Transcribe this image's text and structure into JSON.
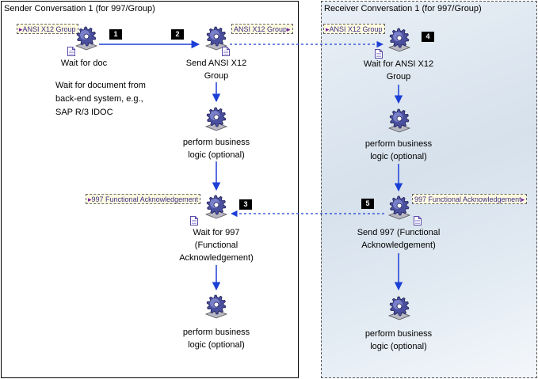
{
  "sender": {
    "title": "Sender Conversation 1 (for 997/Group)",
    "nodes": [
      {
        "label": "Wait for doc",
        "badge": "1",
        "tag": "ANSI X12 Group"
      },
      {
        "label": "Send ANSI X12\nGroup",
        "badge": "2",
        "tag": "ANSI X12 Group"
      },
      {
        "label": "perform business\nlogic (optional)"
      },
      {
        "label": "Wait for 997\n(Functional\nAcknowledgement)",
        "badge": "3",
        "tag": "997 Functional Acknowledgement"
      },
      {
        "label": "perform business\nlogic (optional)"
      }
    ],
    "note": "Wait for document from\nback-end system, e.g.,\nSAP R/3 IDOC"
  },
  "receiver": {
    "title": "Receiver Conversation 1 (for 997/Group)",
    "nodes": [
      {
        "label": "Wait for ANSI X12\nGroup",
        "badge": "4",
        "tag": "ANSI X12 Group"
      },
      {
        "label": "perform business\nlogic (optional)"
      },
      {
        "label": "Send 997 (Functional\nAcknowledgement)",
        "badge": "5",
        "tag": "997 Functional Acknowledgement"
      },
      {
        "label": "perform business\nlogic (optional)"
      }
    ]
  },
  "colors": {
    "arrow": "#1c3fd6",
    "gear": "#4a4f9e",
    "tag_text": "#3b2f8a",
    "tag_fill": "#fffbe0",
    "receiver_bg": "#dbe5ef"
  },
  "icons": [
    "gear-icon",
    "document-icon",
    "tag-arrow-icon"
  ]
}
